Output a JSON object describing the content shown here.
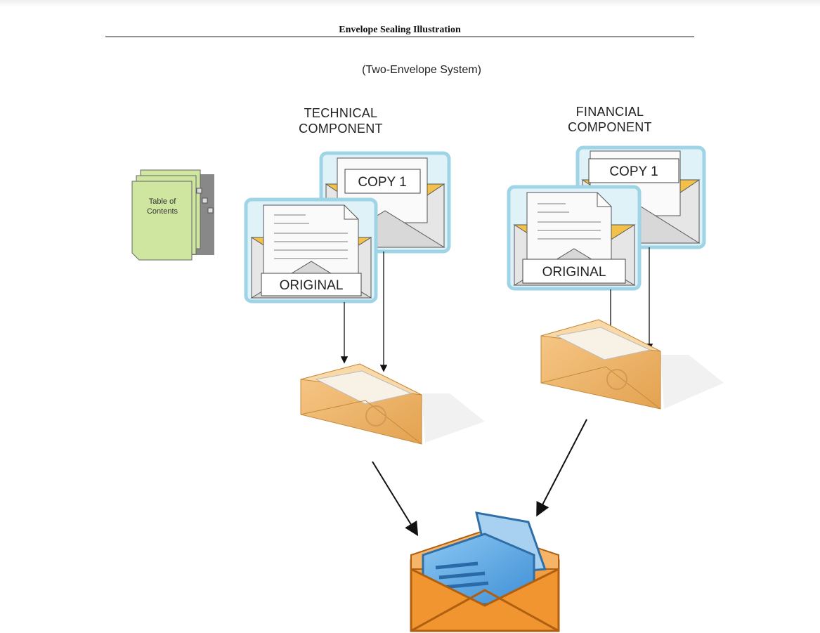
{
  "document": {
    "title": "Envelope Sealing Illustration",
    "subtitle": "(Two-Envelope System)"
  },
  "toc": {
    "lines": [
      "Table of",
      "Contents"
    ]
  },
  "groups": [
    {
      "label_lines": [
        "TECHNICAL",
        "COMPONENT"
      ],
      "original_label": "ORIGINAL",
      "copy_label": "COPY 1"
    },
    {
      "label_lines": [
        "FINANCIAL",
        "COMPONENT"
      ],
      "original_label": "ORIGINAL",
      "copy_label": "COPY 1"
    }
  ],
  "colors": {
    "envelope_outline": "#9fd4e6",
    "envelope_body": "#e6e6e6",
    "sealed_envelope": "#f0b86a",
    "final_envelope": "#f39a3b",
    "final_docs": "#5fa8e0",
    "toc_paper": "#cfe6a0"
  }
}
